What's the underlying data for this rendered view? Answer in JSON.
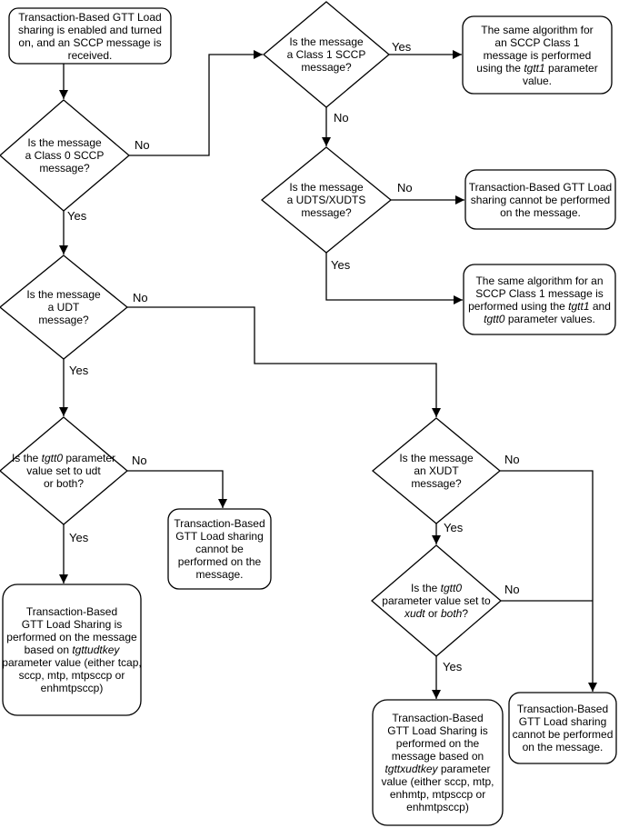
{
  "colors": {
    "stroke": "#000000",
    "fill": "#ffffff",
    "background": "#ffffff",
    "text": "#000000"
  },
  "nodes": {
    "start": {
      "lines": [
        "Transaction-Based GTT Load",
        "sharing is enabled and turned",
        "on, and an SCCP message is",
        "received."
      ]
    },
    "d_class1": {
      "lines": [
        "Is the message",
        "a Class 1 SCCP",
        "message?"
      ]
    },
    "b_tgtt1": {
      "lines": [
        "The same algorithm for",
        "an SCCP Class 1",
        "message is performed",
        [
          {
            "t": "using the "
          },
          {
            "t": "tgtt1",
            "i": true
          },
          {
            "t": " parameter"
          }
        ],
        "value."
      ]
    },
    "d_class0": {
      "lines": [
        "Is the message",
        "a Class 0 SCCP",
        "message?"
      ]
    },
    "d_udts": {
      "lines": [
        "Is the message",
        "a UDTS/XUDTS",
        "message?"
      ]
    },
    "b_cannot_right": {
      "lines": [
        "Transaction-Based GTT Load",
        "sharing cannot be performed",
        "on the message."
      ]
    },
    "b_tgtt1_tgtt0": {
      "lines": [
        "The same algorithm for an",
        "SCCP Class 1 message is",
        [
          {
            "t": "performed using the "
          },
          {
            "t": "tgtt1",
            "i": true
          },
          {
            "t": " and"
          }
        ],
        [
          {
            "t": "tgtt0",
            "i": true
          },
          {
            "t": " parameter values."
          }
        ]
      ]
    },
    "d_udt": {
      "lines": [
        "Is the message",
        "a UDT",
        "message?"
      ]
    },
    "d_tgtt0_udt": {
      "lines": [
        [
          {
            "t": "Is the "
          },
          {
            "t": "tgtt0",
            "i": true
          },
          {
            "t": " parameter"
          }
        ],
        "value set to udt",
        "or both?"
      ]
    },
    "b_cannot_mid": {
      "lines": [
        "Transaction-Based",
        "GTT Load sharing",
        "cannot be",
        "performed on the",
        "message."
      ]
    },
    "b_tgttudtkey": {
      "lines": [
        "Transaction-Based",
        "GTT Load Sharing is",
        "performed on the message",
        [
          {
            "t": "based on "
          },
          {
            "t": "tgttudtkey",
            "i": true
          }
        ],
        "parameter value (either tcap,",
        "sccp, mtp, mtpsccp or",
        "enhmtpsccp)"
      ]
    },
    "d_xudt": {
      "lines": [
        "Is the message",
        "an XUDT",
        "message?"
      ]
    },
    "d_tgtt0_xudt": {
      "lines": [
        [
          {
            "t": "Is the "
          },
          {
            "t": "tgtt0",
            "i": true
          }
        ],
        "parameter value set to",
        [
          {
            "t": "xudt",
            "i": true
          },
          {
            "t": " or "
          },
          {
            "t": "both",
            "i": true
          },
          {
            "t": "?"
          }
        ]
      ]
    },
    "b_tgttxudtkey": {
      "lines": [
        "Transaction-Based",
        "GTT Load Sharing is",
        "performed on the",
        "message based on",
        [
          {
            "t": "tgttxudtkey",
            "i": true
          },
          {
            "t": " parameter"
          }
        ],
        "value (either sccp, mtp,",
        "enhmtp, mtpsccp or",
        "enhmtpsccp)"
      ]
    },
    "b_cannot_bottom": {
      "lines": [
        "Transaction-Based",
        "GTT Load sharing",
        "cannot be performed",
        "on the message."
      ]
    }
  },
  "edge_labels": {
    "class0_no": "No",
    "class0_yes": "Yes",
    "class1_yes": "Yes",
    "class1_no": "No",
    "udts_no": "No",
    "udts_yes": "Yes",
    "udt_no": "No",
    "udt_yes": "Yes",
    "tgtt0_udt_no": "No",
    "tgtt0_udt_yes": "Yes",
    "xudt_no": "No",
    "xudt_yes": "Yes",
    "tgtt0_xudt_no": "No",
    "tgtt0_xudt_yes": "Yes"
  }
}
